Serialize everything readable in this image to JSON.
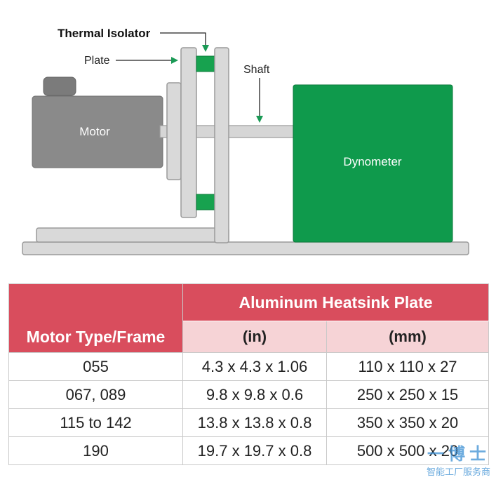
{
  "diagram": {
    "labels": {
      "thermal_isolator": "Thermal Isolator",
      "plate": "Plate",
      "shaft": "Shaft",
      "motor": "Motor",
      "dynometer": "Dynometer"
    },
    "colors": {
      "arrow": "#1a9a55",
      "dynometer": "#0f9a4c",
      "isolator": "#17a24f",
      "metal": "#d9d9d9",
      "motor": "#8a8a8a"
    }
  },
  "table": {
    "group_header": "Aluminum Heatsink Plate",
    "first_col_header": "Motor Type/Frame",
    "unit_headers": [
      "(in)",
      "(mm)"
    ],
    "rows": [
      {
        "frame": "055",
        "in": "4.3 x 4.3 x 1.06",
        "mm": "110 x 110 x 27"
      },
      {
        "frame": "067, 089",
        "in": "9.8 x 9.8 x 0.6",
        "mm": "250 x 250 x 15"
      },
      {
        "frame": "115 to 142",
        "in": "13.8 x 13.8 x 0.8",
        "mm": "350 x 350 x 20"
      },
      {
        "frame": "190",
        "in": "19.7 x 19.7 x 0.8",
        "mm": "500 x 500 x 20"
      }
    ],
    "colors": {
      "header": "#d94d5d",
      "subheader": "#f6d3d6"
    }
  },
  "watermark": {
    "line1": "一博士",
    "line2": "智能工厂服务商"
  }
}
